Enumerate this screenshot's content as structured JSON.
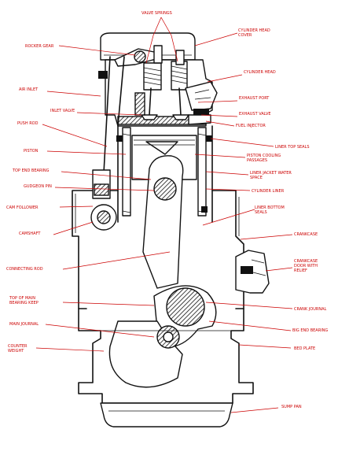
{
  "labels": {
    "valve_springs": "VALVE SPRINGS",
    "cylinder_head_cover": "CYLINDER HEAD\nCOVER",
    "rocker_gear": "ROCKER GEAR",
    "cylinder_head": "CYLINDER HEAD",
    "air_inlet": "AIR INLET",
    "inlet_valve": "INLET VALVE",
    "exhaust_port": "EXHAUST PORT",
    "exhaust_valve": "EXHAUST VALVE",
    "push_rod": "PUSH ROD",
    "fuel_injector": "FUEL INJECTOR",
    "liner_top_seals": "LINER TOP SEALS",
    "piston": "PISTON",
    "piston_cooling_passages": "PISTON COOLING\nPASSAGES",
    "top_end_bearing": "TOP END BEARING",
    "liner_jacket_water_space": "LINER JACKET WATER\nSPACE",
    "gudgeon_pin": "GUDGEON PIN",
    "cylinder_liner": "CYLINDER LINER",
    "cam_follower": "CAM FOLLOWER",
    "liner_bottom_seals": "LINER BOTTOM\nSEALS",
    "camshaft": "CAMSHAFT",
    "crankcase": "CRANKCASE",
    "crankcase_door": "CRANKCASE\nDOOR WITH\nRELIEF",
    "connecting_rod": "CONNECTING ROD",
    "top_of_main_bearing_keep": "TOP OF MAIN\nBEARING KEEP",
    "crank_journal": "CRANK JOURNAL",
    "main_journal": "MAIN JOURNAL",
    "big_end_bearing": "BIG END BEARING",
    "counter_weight": "COUNTER\nWEIGHT",
    "bed_plate": "BED PLATE",
    "sump_pan": "SUMP PAN"
  },
  "colors": {
    "label": "#cc0000",
    "ink": "#111111",
    "background": "#ffffff"
  }
}
